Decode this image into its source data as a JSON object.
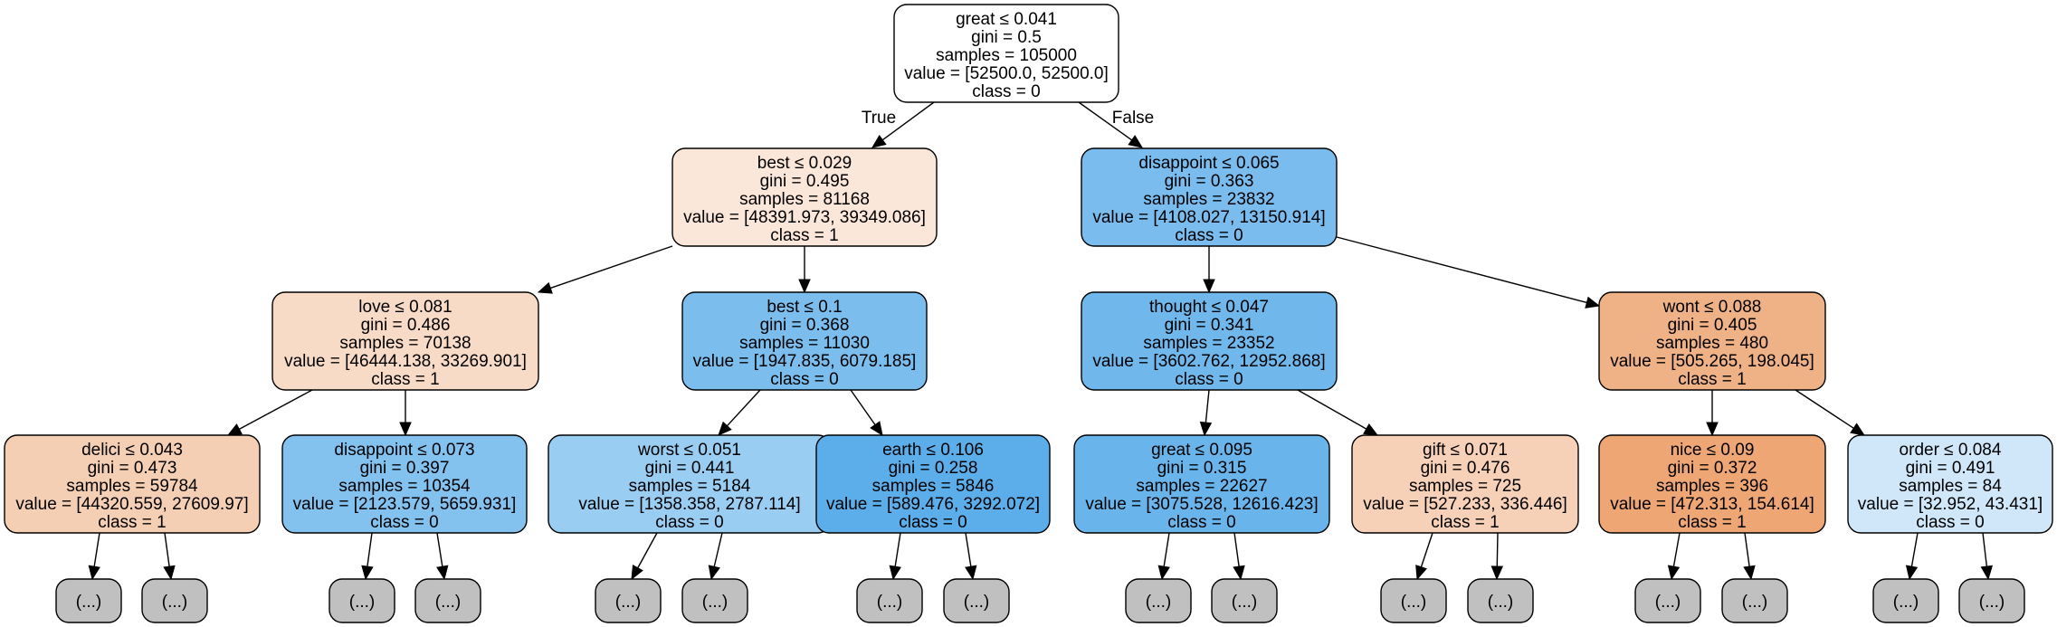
{
  "edge_labels": {
    "true_label": "True",
    "false_label": "False"
  },
  "nodes": [
    {
      "id": "root",
      "lines": [
        "great ≤ 0.041",
        "gini = 0.5",
        "samples = 105000",
        "value = [52500.0, 52500.0]",
        "class = 0"
      ],
      "fill": "#ffffff"
    },
    {
      "id": "n_best1",
      "lines": [
        "best ≤ 0.029",
        "gini = 0.495",
        "samples = 81168",
        "value = [48391.973, 39349.086]",
        "class = 1"
      ],
      "fill": "#fbe7da"
    },
    {
      "id": "n_dis1",
      "lines": [
        "disappoint ≤ 0.065",
        "gini = 0.363",
        "samples = 23832",
        "value = [4108.027, 13150.914]",
        "class = 0"
      ],
      "fill": "#79bced"
    },
    {
      "id": "n_love",
      "lines": [
        "love ≤ 0.081",
        "gini = 0.486",
        "samples = 70138",
        "value = [46444.138, 33269.901]",
        "class = 1"
      ],
      "fill": "#f8dbc7"
    },
    {
      "id": "n_best2",
      "lines": [
        "best ≤ 0.1",
        "gini = 0.368",
        "samples = 11030",
        "value = [1947.835, 6079.185]",
        "class = 0"
      ],
      "fill": "#7bbeee"
    },
    {
      "id": "n_thought",
      "lines": [
        "thought ≤ 0.047",
        "gini = 0.341",
        "samples = 23352",
        "value = [3602.762, 12952.868]",
        "class = 0"
      ],
      "fill": "#70b8ec"
    },
    {
      "id": "n_wont",
      "lines": [
        "wont ≤ 0.088",
        "gini = 0.405",
        "samples = 480",
        "value = [505.265, 198.045]",
        "class = 1"
      ],
      "fill": "#efb287"
    },
    {
      "id": "n_delici",
      "lines": [
        "delici ≤ 0.043",
        "gini = 0.473",
        "samples = 59784",
        "value = [44320.559, 27609.97]",
        "class = 1"
      ],
      "fill": "#f5cfb4"
    },
    {
      "id": "n_dis2",
      "lines": [
        "disappoint ≤ 0.073",
        "gini = 0.397",
        "samples = 10354",
        "value = [2123.579, 5659.931]",
        "class = 0"
      ],
      "fill": "#83c2ef"
    },
    {
      "id": "n_worst",
      "lines": [
        "worst ≤ 0.051",
        "gini = 0.441",
        "samples = 5184",
        "value = [1358.358, 2787.114]",
        "class = 0"
      ],
      "fill": "#9acdf2"
    },
    {
      "id": "n_earth",
      "lines": [
        "earth ≤ 0.106",
        "gini = 0.258",
        "samples = 5846",
        "value = [589.476, 3292.072]",
        "class = 0"
      ],
      "fill": "#5caeea"
    },
    {
      "id": "n_great2",
      "lines": [
        "great ≤ 0.095",
        "gini = 0.315",
        "samples = 22627",
        "value = [3075.528, 12616.423]",
        "class = 0"
      ],
      "fill": "#69b5eb"
    },
    {
      "id": "n_gift",
      "lines": [
        "gift ≤ 0.071",
        "gini = 0.476",
        "samples = 725",
        "value = [527.233, 336.446]",
        "class = 1"
      ],
      "fill": "#f6d1b7"
    },
    {
      "id": "n_nice",
      "lines": [
        "nice ≤ 0.09",
        "gini = 0.372",
        "samples = 396",
        "value = [472.313, 154.614]",
        "class = 1"
      ],
      "fill": "#eea674"
    },
    {
      "id": "n_order",
      "lines": [
        "order ≤ 0.084",
        "gini = 0.491",
        "samples = 84",
        "value = [32.952, 43.431]",
        "class = 0"
      ],
      "fill": "#cfe7f9"
    }
  ],
  "leaf_label": "(...)",
  "leaf_fill": "#c0c0c0"
}
